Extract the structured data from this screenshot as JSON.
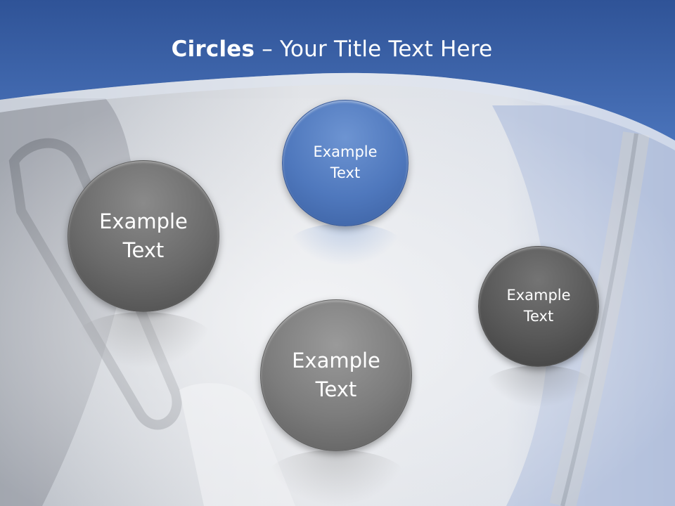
{
  "slide": {
    "title_bold": "Circles",
    "title_rest": " – Your Title Text Here",
    "circles": [
      {
        "label": "Example\nText",
        "color": "#4f78bd"
      },
      {
        "label": "Example\nText",
        "color": "#6a6a6a"
      },
      {
        "label": "Example\nText",
        "color": "#585858"
      },
      {
        "label": "Example\nText",
        "color": "#7c7c7c"
      }
    ]
  },
  "colors": {
    "banner": "#3a64ad",
    "background": "#d5d9e2"
  }
}
